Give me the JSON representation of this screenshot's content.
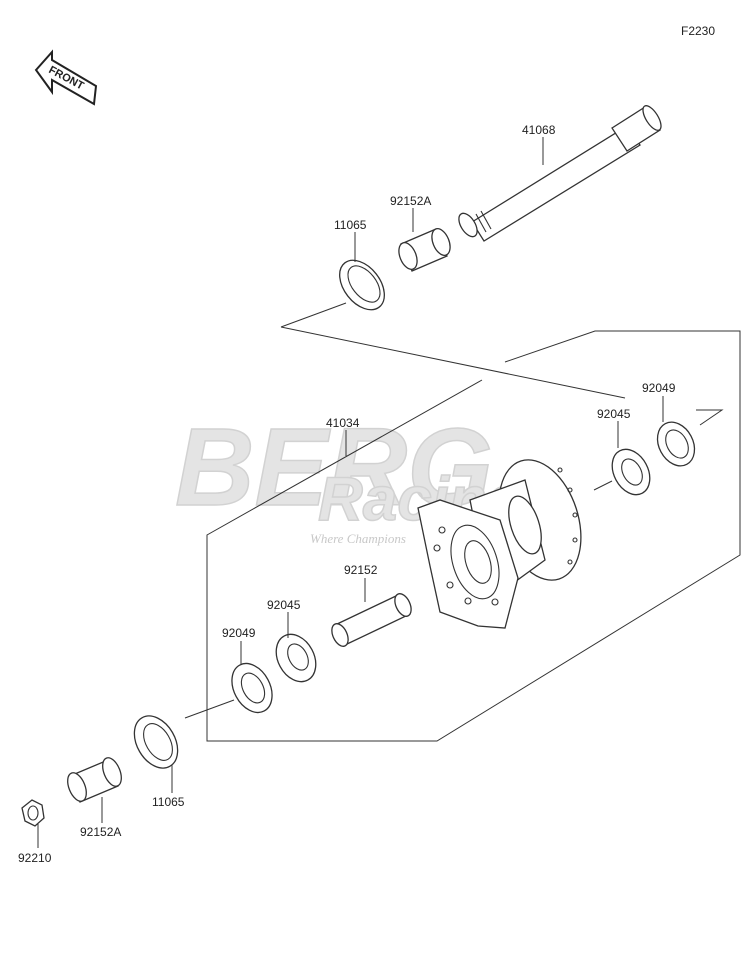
{
  "figure_code": "F2230",
  "front_arrow_text": "FRONT",
  "watermark": {
    "word1": "BERG",
    "word2": "Racing",
    "tagline": "Where Champions"
  },
  "parts": {
    "axle": "41068",
    "spacer_upper": "92152A",
    "seal_upper": "11065",
    "hub": "41034",
    "bearing_right": "92045",
    "seal_right": "92049",
    "collar": "92152",
    "bearing_left": "92045",
    "seal_left": "92049",
    "seal_lower": "11065",
    "spacer_lower": "92152A",
    "nut": "92210"
  }
}
